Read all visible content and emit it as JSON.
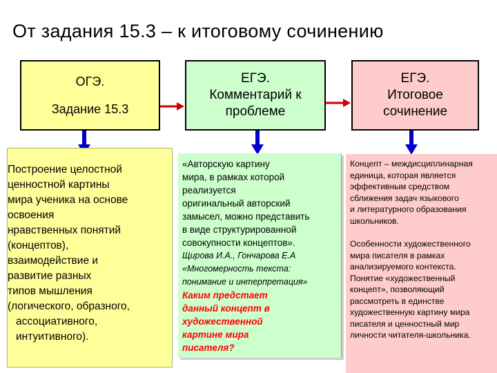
{
  "title": "От задания 15.3 – к итоговому сочинению",
  "boxes": {
    "oge": {
      "line1": "ОГЭ.",
      "line2": "Задание 15.3"
    },
    "ege_comment": {
      "lines": [
        "ЕГЭ.",
        "Комментарий к",
        "проблеме"
      ]
    },
    "ege_essay": {
      "lines": [
        "ЕГЭ.",
        "Итоговое",
        "сочинение"
      ]
    }
  },
  "panels": {
    "oge": {
      "lines": [
        "Построение целостной",
        "ценностной картины",
        "мира ученика на основе",
        "освоения",
        "нравственных понятий",
        "(концептов),",
        "взаимодействие и",
        "развитие разных",
        "типов мышления",
        " (логического, образного,",
        "ассоциативного,",
        "интуитивного)."
      ]
    },
    "ege_comment": {
      "quote_lines": [
        "   «Авторскую картину",
        "   мира, в рамках которой",
        "   реализуется",
        "оригинальный авторский",
        "замысел, можно представить",
        " в виде структурированной",
        "  совокупности концептов».",
        "Щирова И.А., Гончарова Е.А",
        "«Многомерность текста:",
        " понимание и интерпретация»"
      ],
      "question_lines": [
        "Каким предстает",
        " данный концепт в",
        "художественной",
        "картине  мира",
        "писателя?"
      ]
    },
    "ege_essay": {
      "para1": [
        "Концепт – междисциплинарная",
        "   единица, которая является",
        "    эффективным средством",
        "сближения задач языкового",
        "  и литературного образования",
        "  школьников."
      ],
      "para2": [
        "Особенности художественного",
        "мира писателя в рамках",
        "  анализируемого контекста.",
        "Понятие «художественный",
        "концепт», позволяющий",
        "рассмотреть в единстве",
        "художественную картину мира",
        "писателя и ценностный мир",
        "личности читателя-школьника."
      ]
    }
  },
  "colors": {
    "yellow": "#ffff99",
    "green": "#ccffcc",
    "pink": "#ffcccc",
    "arrow_red": "#cc0000",
    "arrow_blue": "#0000cc",
    "question_red": "#ff0000"
  }
}
